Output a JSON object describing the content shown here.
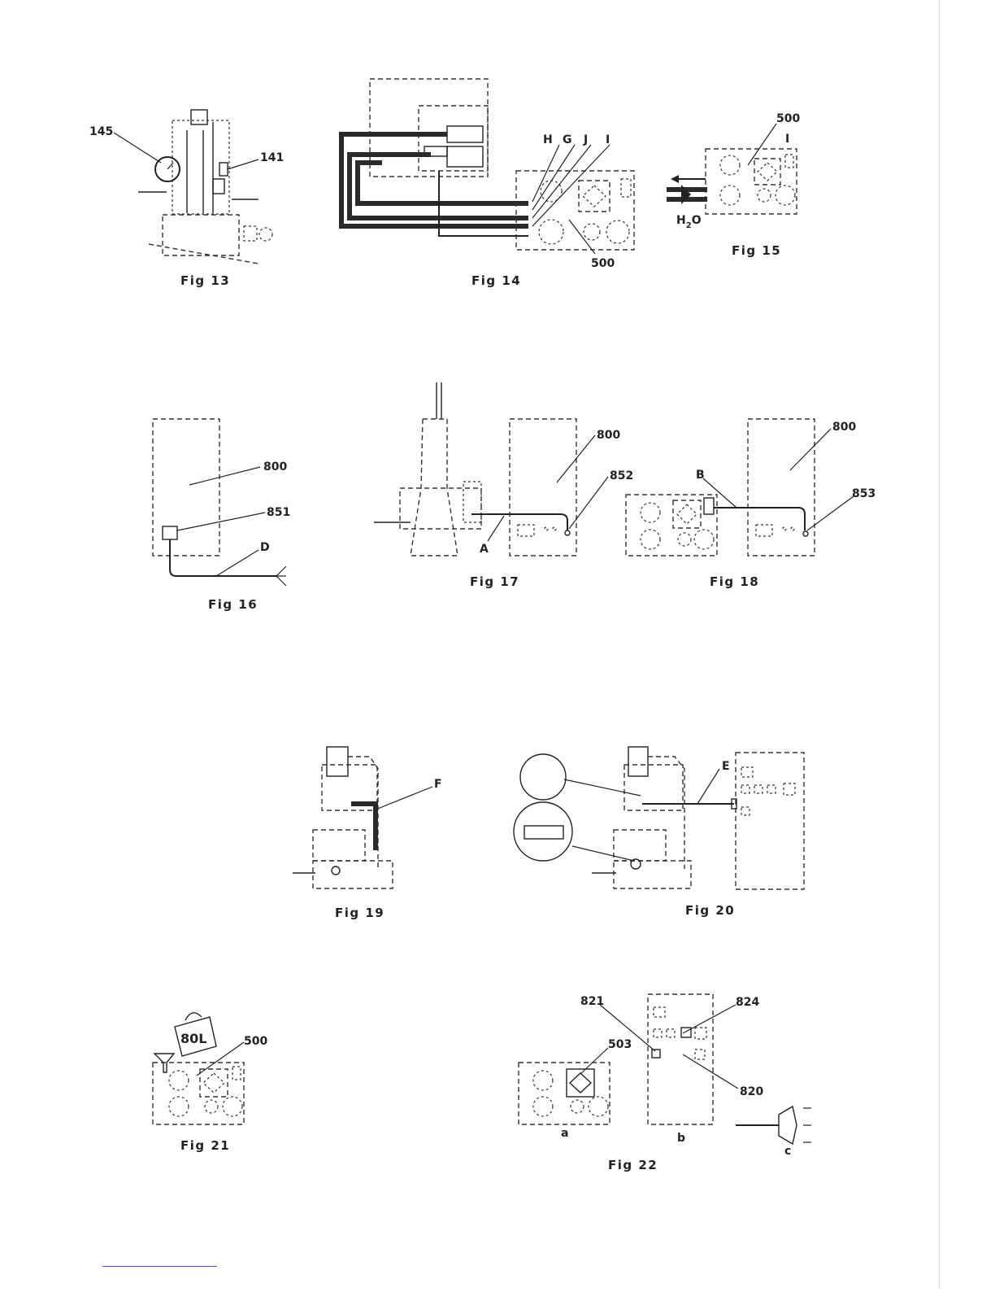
{
  "figures": {
    "fig13": {
      "caption": "Fig 13",
      "labels": {
        "l145": "145",
        "l141": "141"
      }
    },
    "fig14": {
      "caption": "Fig 14",
      "labels": {
        "h": "H",
        "g": "G",
        "j": "J",
        "i": "I",
        "l500": "500"
      }
    },
    "fig15": {
      "caption": "Fig 15",
      "labels": {
        "l500": "500",
        "i": "I",
        "h2o": "H",
        "h2o_sub": "2",
        "h2o_o": "O"
      }
    },
    "fig16": {
      "caption": "Fig 16",
      "labels": {
        "l800": "800",
        "l851": "851",
        "d": "D"
      }
    },
    "fig17": {
      "caption": "Fig 17",
      "labels": {
        "l800": "800",
        "l852": "852",
        "a": "A"
      }
    },
    "fig18": {
      "caption": "Fig 18",
      "labels": {
        "l800": "800",
        "l853": "853",
        "b": "B"
      }
    },
    "fig19": {
      "caption": "Fig 19",
      "labels": {
        "f": "F"
      }
    },
    "fig20": {
      "caption": "Fig 20",
      "labels": {
        "e": "E"
      }
    },
    "fig21": {
      "caption": "Fig 21",
      "labels": {
        "l500": "500",
        "can": "80L"
      }
    },
    "fig22": {
      "caption": "Fig 22",
      "labels": {
        "l821": "821",
        "l824": "824",
        "l503": "503",
        "l820": "820",
        "a": "a",
        "b": "b",
        "c": "c"
      }
    }
  }
}
